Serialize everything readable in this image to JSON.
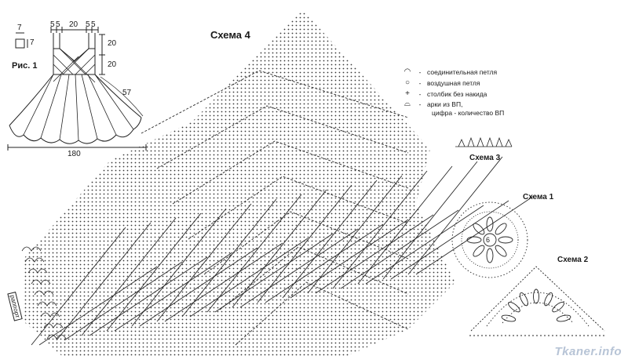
{
  "figure": {
    "title": "Рис. 1",
    "dims_top": [
      "5",
      "5",
      "20",
      "5",
      "5"
    ],
    "dim_7a": "7",
    "dim_7b": "7",
    "dim_right_1": "20",
    "dim_right_2": "20",
    "dim_skirt": "57",
    "dim_bottom": "180"
  },
  "schemes": {
    "main": "Схема 4",
    "scheme3": "Схема 3",
    "scheme1": "Схема 1",
    "scheme2": "Схема 2",
    "rapport": "раппорт",
    "center_number": "6"
  },
  "legend": [
    {
      "icon": "slip-stitch-icon",
      "symbol": "◠",
      "text": "соединительная петля"
    },
    {
      "icon": "chain-stitch-icon",
      "symbol": "○",
      "text": "воздушная петля"
    },
    {
      "icon": "single-crochet-icon",
      "symbol": "+",
      "text": "столбик без накида"
    },
    {
      "icon": "chain-arch-icon",
      "symbol": "⌓",
      "text": "арки из ВП,"
    },
    {
      "icon": "",
      "symbol": "",
      "text": "цифра - количество ВП"
    }
  ],
  "watermark": "Tkaner.info",
  "colors": {
    "ink": "#1a1a1a",
    "watermark": "#b7c4d6"
  }
}
